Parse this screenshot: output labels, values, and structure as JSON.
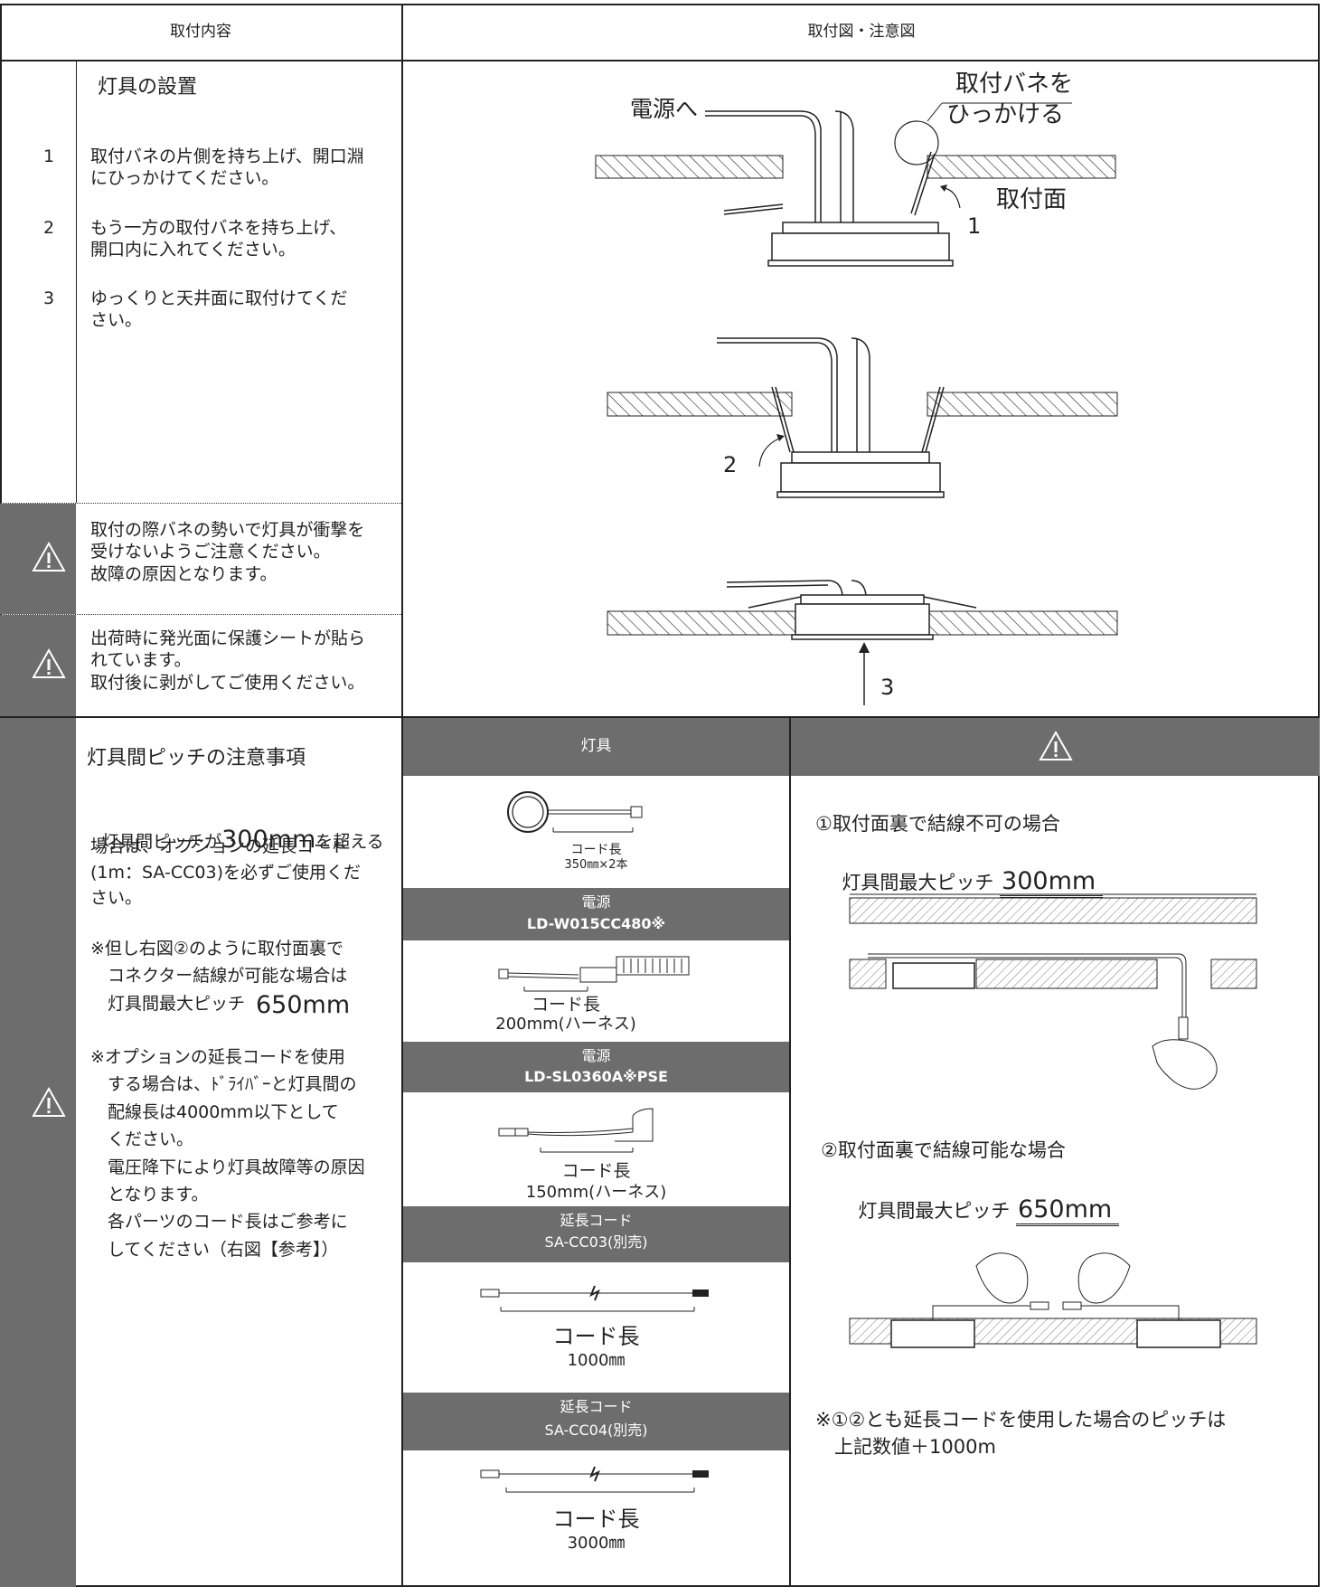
{
  "header": {
    "col1": "取付内容",
    "col2": "取付図・注意図"
  },
  "install": {
    "title": "灯具の設置",
    "steps": [
      {
        "num": "1",
        "text": "取付バネの片側を持ち上げ、開口淵\nにひっかけてください。"
      },
      {
        "num": "2",
        "text": "もう一方の取付バネを持ち上げ、\n開口内に入れてください。"
      },
      {
        "num": "3",
        "text": "ゆっくりと天井面に取付けてくだ\nさい。"
      }
    ],
    "warning1": "取付の際バネの勢いで灯具が衝撃を\n受けないようご注意ください。\n故障の原因となります。",
    "warning2": "出荷時に発光面に保護シートが貼ら\nれています。\n取付後に剥がしてご使用ください。"
  },
  "figure": {
    "power_label": "電源へ",
    "spring_label_1": "取付バネを",
    "spring_label_2": "ひっかける",
    "surface_label": "取付面",
    "num1": "1",
    "num2": "2",
    "num3": "3"
  },
  "pitch": {
    "title": "灯具間ピッチの注意事項",
    "p1_a": "灯具間ピッチが",
    "p1_big": "300mm",
    "p1_b": "を超える",
    "p1_rest": "場合は、オプションの延長コード\n(1m：SA-CC03)を必ずご使用くだ\nさい。",
    "p2": "※但し右図②のように取付面裏で\n　コネクター結線が可能な場合は\n　灯具間最大ピッチ",
    "p2_big": "650mm",
    "p3": "※オプションの延長コードを使用\n　する場合は、ﾄﾞﾗｲﾊﾞｰと灯具間の\n　配線長は4000mm以下として\n　ください。\n　電圧降下により灯具故障等の原因\n　となります。\n　各パーツのコード長はご参考に\n　してください（右図【参考】）"
  },
  "parts": {
    "header": "灯具",
    "fixture_cord": "コード長",
    "fixture_cord_val": "350㎜×2本",
    "psu1_title": "電源",
    "psu1_model": "LD-W015CC480※",
    "psu1_cord": "コード長",
    "psu1_cord_val": "200mm(ハーネス)",
    "psu2_title": "電源",
    "psu2_model": "LD-SL0360A※PSE",
    "psu2_cord": "コード長",
    "psu2_cord_val": "150mm(ハーネス)",
    "ext1_title": "延長コード",
    "ext1_model": "SA-CC03(別売)",
    "ext1_cord": "コード長",
    "ext1_cord_val": "1000㎜",
    "ext2_title": "延長コード",
    "ext2_model": "SA-CC04(別売)",
    "ext2_cord": "コード長",
    "ext2_cord_val": "3000㎜"
  },
  "notes": {
    "case1_title": "①取付面裏で結線不可の場合",
    "case1_pitch": "灯具間最大ピッチ",
    "case1_val": "300mm",
    "case2_title": "②取付面裏で結線可能な場合",
    "case2_pitch": "灯具間最大ピッチ",
    "case2_val": "650mm",
    "footnote": "※①②とも延長コードを使用した場合のピッチは\n　上記数値＋1000m"
  }
}
